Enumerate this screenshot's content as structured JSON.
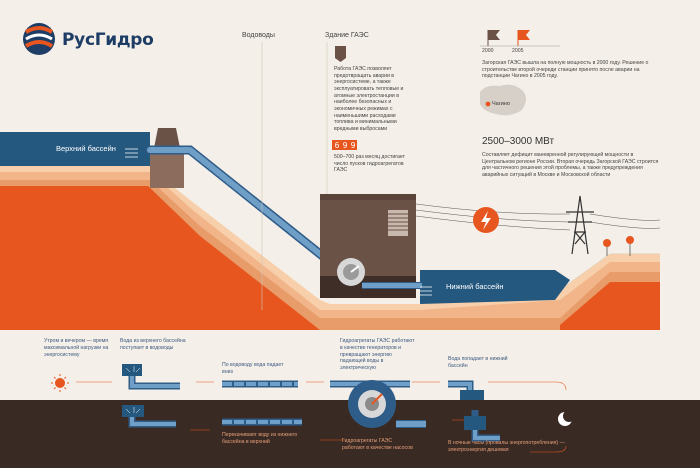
{
  "brand": {
    "name": "РусГидро"
  },
  "headers": {
    "waterways": "Водоводы",
    "building": "Здание ГАЭС"
  },
  "building_text": "Работа ГАЭС позволяет предотвращать аварии в энергосистеме, а также эксплуатировать тепловые и атомные электростанции в наиболее безопасных и экономичных режимах с наименьшими расходами топлива и минимальными вредными выбросами",
  "counter": {
    "digits": [
      "6",
      "9",
      "9"
    ],
    "text": "500–700 раз месяц достигает число пусков гидроагрегатов ГАЭС"
  },
  "timeline": {
    "years": [
      "2000",
      "2005"
    ],
    "text": "Загорская ГАЭС вышла на полную мощность в 2000 году. Решение о строительстве второй очереди станции принято после аварии на подстанции Чагино в 2005 году."
  },
  "map_label": "Чагино",
  "power": {
    "value": "2500–3000 МВт",
    "text": "Составляет дефицит маневренной регулирующей мощности в Центральном регионе России. Вторая очередь Загорской ГАЭС строится для частичного решения этой проблемы, а также предупреждения аварийных ситуаций в Москве и Московской области"
  },
  "basins": {
    "upper": "Верхний бассейн",
    "lower": "Нижний бассейн"
  },
  "steps_top": [
    "Утром и вечером — время максимальной нагрузки на энергосистему",
    "Вода из верхнего бассейна поступает в водоводы",
    "По водоводу вода падает вниз",
    "Гидроагрегаты ГАЭС работают в качестве генераторов и превращают энергию падающей воды в электрическую",
    "Вода попадает в нижний бассейн"
  ],
  "steps_bottom": [
    "Перекачивают воду из нижнего бассейна в верхний",
    "Гидроагрегаты ГАЭС работают в качестве насосов",
    "В ночные часы (провалы энергопотребления) — электроэнергия дешевая"
  ],
  "colors": {
    "water": "#25587f",
    "orange": "#e8561f",
    "sand": "#f2b58a",
    "peach": "#f7cfab",
    "dark": "#3a2a24",
    "pipe": "#6f9ec7",
    "navy": "#1e3d66"
  }
}
